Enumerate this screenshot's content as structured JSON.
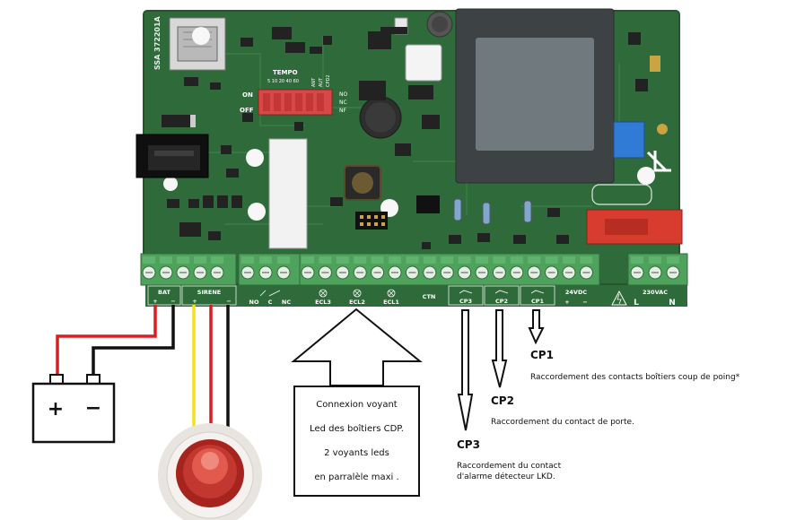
{
  "board": {
    "model_label": "SSA 372201A",
    "tempo_label": "TEMPO",
    "tempo_values": "5  10  20  40  60",
    "on_label": "ON",
    "off_label": "OFF",
    "ant_label": "ANT",
    "aut_label": "AUT",
    "tempo_side_labels": [
      "NO",
      "NC",
      "NF"
    ],
    "cpd2_label": "CPD2"
  },
  "terminals": {
    "bat": "BAT",
    "sirene": "SIRENE",
    "no": "NO",
    "c": "C",
    "nc": "NC",
    "ecl3": "ECL3",
    "ecl2": "ECL2",
    "ecl1": "ECL1",
    "ctn": "CTN",
    "cp3": "CP3",
    "cp2": "CP2",
    "cp1": "CP1",
    "v24": "24VDC",
    "v230": "230VAC",
    "l": "L",
    "n": "N",
    "plus": "+",
    "minus": "−"
  },
  "battery": {
    "plus": "+",
    "minus": "−"
  },
  "info_box": {
    "line1": "Connexion voyant",
    "line2": "Led des boîtiers CDP.",
    "line3": "2 voyants leds",
    "line4": "en parralèle maxi ."
  },
  "callouts": {
    "cp1_title": "CP1",
    "cp1_text": "Raccordement des contacts boîtiers coup de poing*",
    "cp2_title": "CP2",
    "cp2_text": "Raccordement du contact de porte.",
    "cp3_title": "CP3",
    "cp3_text_1": "Raccordement du contact",
    "cp3_text_2": "d'alarme détecteur LKD."
  },
  "colors": {
    "pcb": "#2f6b3a",
    "pcb_edge": "#24552d",
    "terminal": "#4ea25c",
    "transformer": "#3d4244",
    "relay": "#d83c2e",
    "wire_red": "#d62020",
    "wire_yellow": "#f3e21a",
    "wire_black": "#111111",
    "blue_part": "#2f7bd6"
  }
}
